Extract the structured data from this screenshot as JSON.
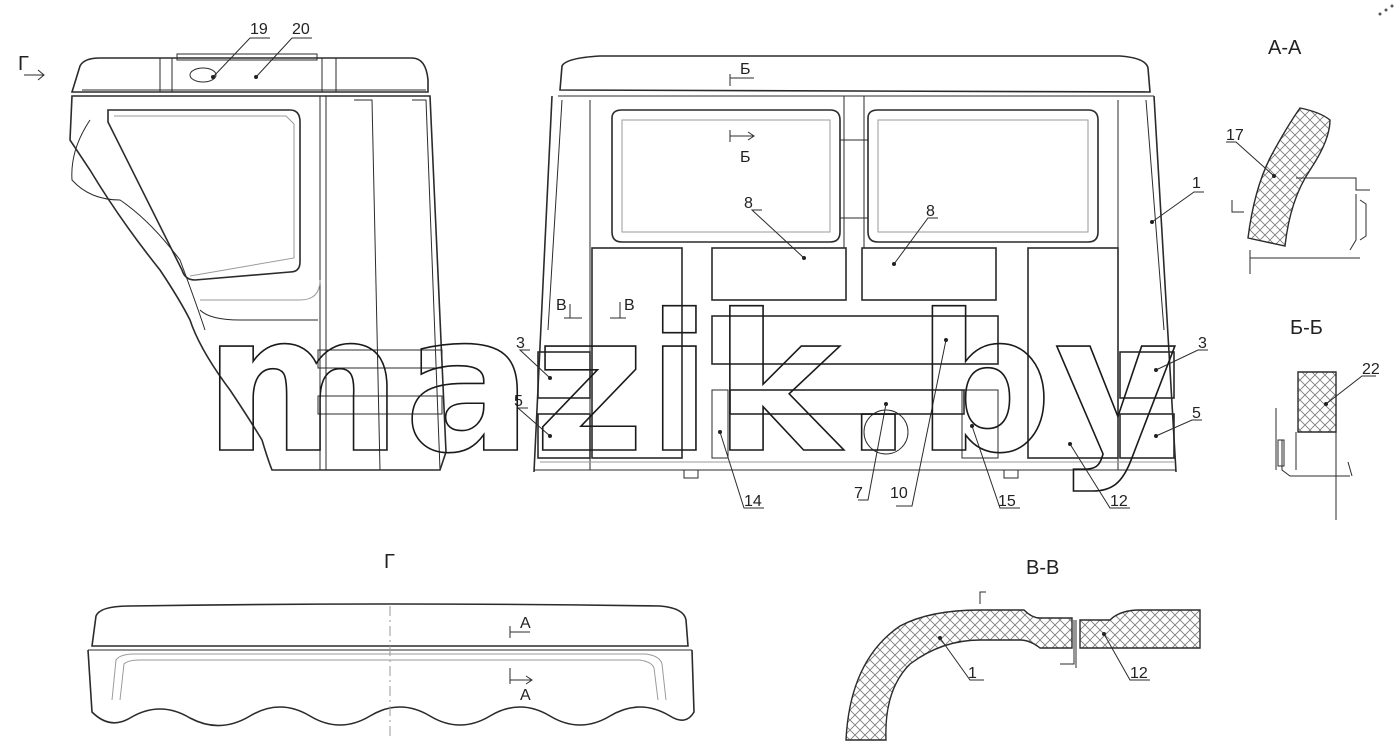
{
  "view_labels": {
    "section_aa": "А-А",
    "section_bb": "Б-Б",
    "section_vv": "В-В",
    "view_g": "Г",
    "view_g_arrow": "Г"
  },
  "cut_marks": {
    "b_top": "Б",
    "b_mid": "Б",
    "v_left": "В",
    "v_right": "В",
    "a_top": "А",
    "a_bottom": "А"
  },
  "callouts": {
    "c19": "19",
    "c20": "20",
    "c1_main": "1",
    "c8_left": "8",
    "c8_right": "8",
    "c3_left": "3",
    "c5_left": "5",
    "c3_right": "3",
    "c5_right": "5",
    "c14": "14",
    "c7": "7",
    "c10": "10",
    "c15": "15",
    "c12_main": "12",
    "c17": "17",
    "c22": "22",
    "c1_vv": "1",
    "c12_vv": "12"
  },
  "watermark": "mazik.by"
}
